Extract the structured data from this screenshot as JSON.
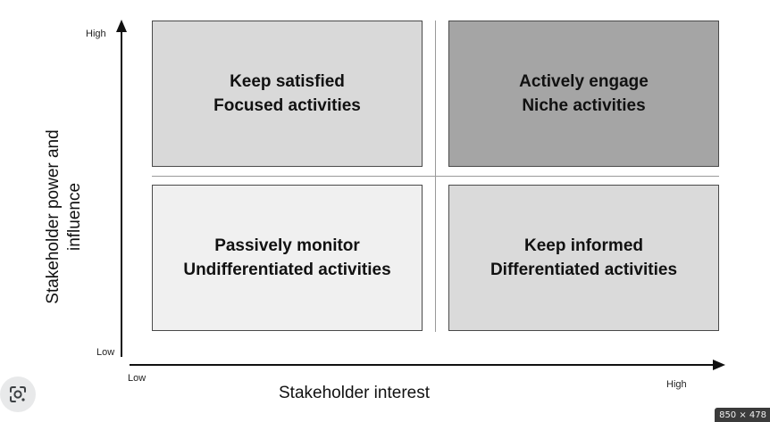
{
  "quadrants": {
    "top_left": {
      "line1": "Keep satisfied",
      "line2": "Focused activities",
      "fill": "#d9d9d9"
    },
    "top_right": {
      "line1": "Actively engage",
      "line2": "Niche activities",
      "fill": "#a5a5a5"
    },
    "bottom_left": {
      "line1": "Passively monitor",
      "line2": "Undifferentiated activities",
      "fill": "#f0f0f0"
    },
    "bottom_right": {
      "line1": "Keep informed",
      "line2": "Differentiated activities",
      "fill": "#dadada"
    }
  },
  "axes": {
    "y_label_line1": "Stakeholder power and",
    "y_label_line2": "influence",
    "y_high": "High",
    "y_low": "Low",
    "x_label": "Stakeholder interest",
    "x_low": "Low",
    "x_high": "High"
  },
  "overlay": {
    "image_size": "850 × 478",
    "lens_icon": "google-lens-icon"
  }
}
